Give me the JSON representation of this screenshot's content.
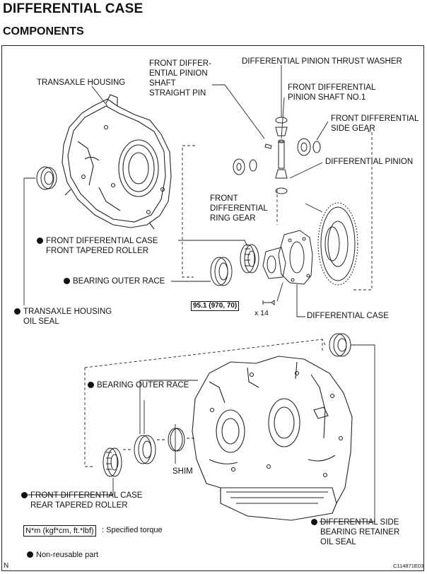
{
  "header": {
    "title": "DIFFERENTIAL CASE",
    "subtitle": "COMPONENTS"
  },
  "labels": {
    "transaxle_housing": "TRANSAXLE HOUSING",
    "pin": "FRONT DIFFER-\nENTIAL PINION\nSHAFT\nSTRAIGHT PIN",
    "thrust_washer": "DIFFERENTIAL PINION THRUST WASHER",
    "pinion_shaft": "FRONT DIFFERENTIAL\nPINION SHAFT NO.1",
    "side_gear": "FRONT DIFFERENTIAL\nSIDE GEAR",
    "diff_pinion": "DIFFERENTIAL PINION",
    "ring_gear": "FRONT\nDIFFERENTIAL\nRING GEAR",
    "front_roller": "FRONT DIFFERENTIAL CASE\nFRONT TAPERED ROLLER",
    "bearing_outer_race_1": "BEARING OUTER RACE",
    "oil_seal_housing": "TRANSAXLE HOUSING\nOIL SEAL",
    "diff_case": "DIFFERENTIAL CASE",
    "bearing_outer_race_2": "BEARING OUTER RACE",
    "shim": "SHIM",
    "rear_roller": "FRONT DIFFERENTIAL CASE\nREAR TAPERED ROLLER",
    "retainer_seal": "DIFFERENTIAL SIDE\nBEARING RETAINER\nOIL SEAL"
  },
  "torque": {
    "value": "95.1 (970, 70)",
    "qty": "x 14"
  },
  "legend": {
    "units": "N*m (kgf*cm, ft.*lbf)",
    "torque_desc": ": Specified torque",
    "non_reusable": "Non-reusable part"
  },
  "footer": {
    "corner": "N",
    "code": "C114871E03"
  },
  "colors": {
    "line": "#222222",
    "marker": "#111111"
  }
}
